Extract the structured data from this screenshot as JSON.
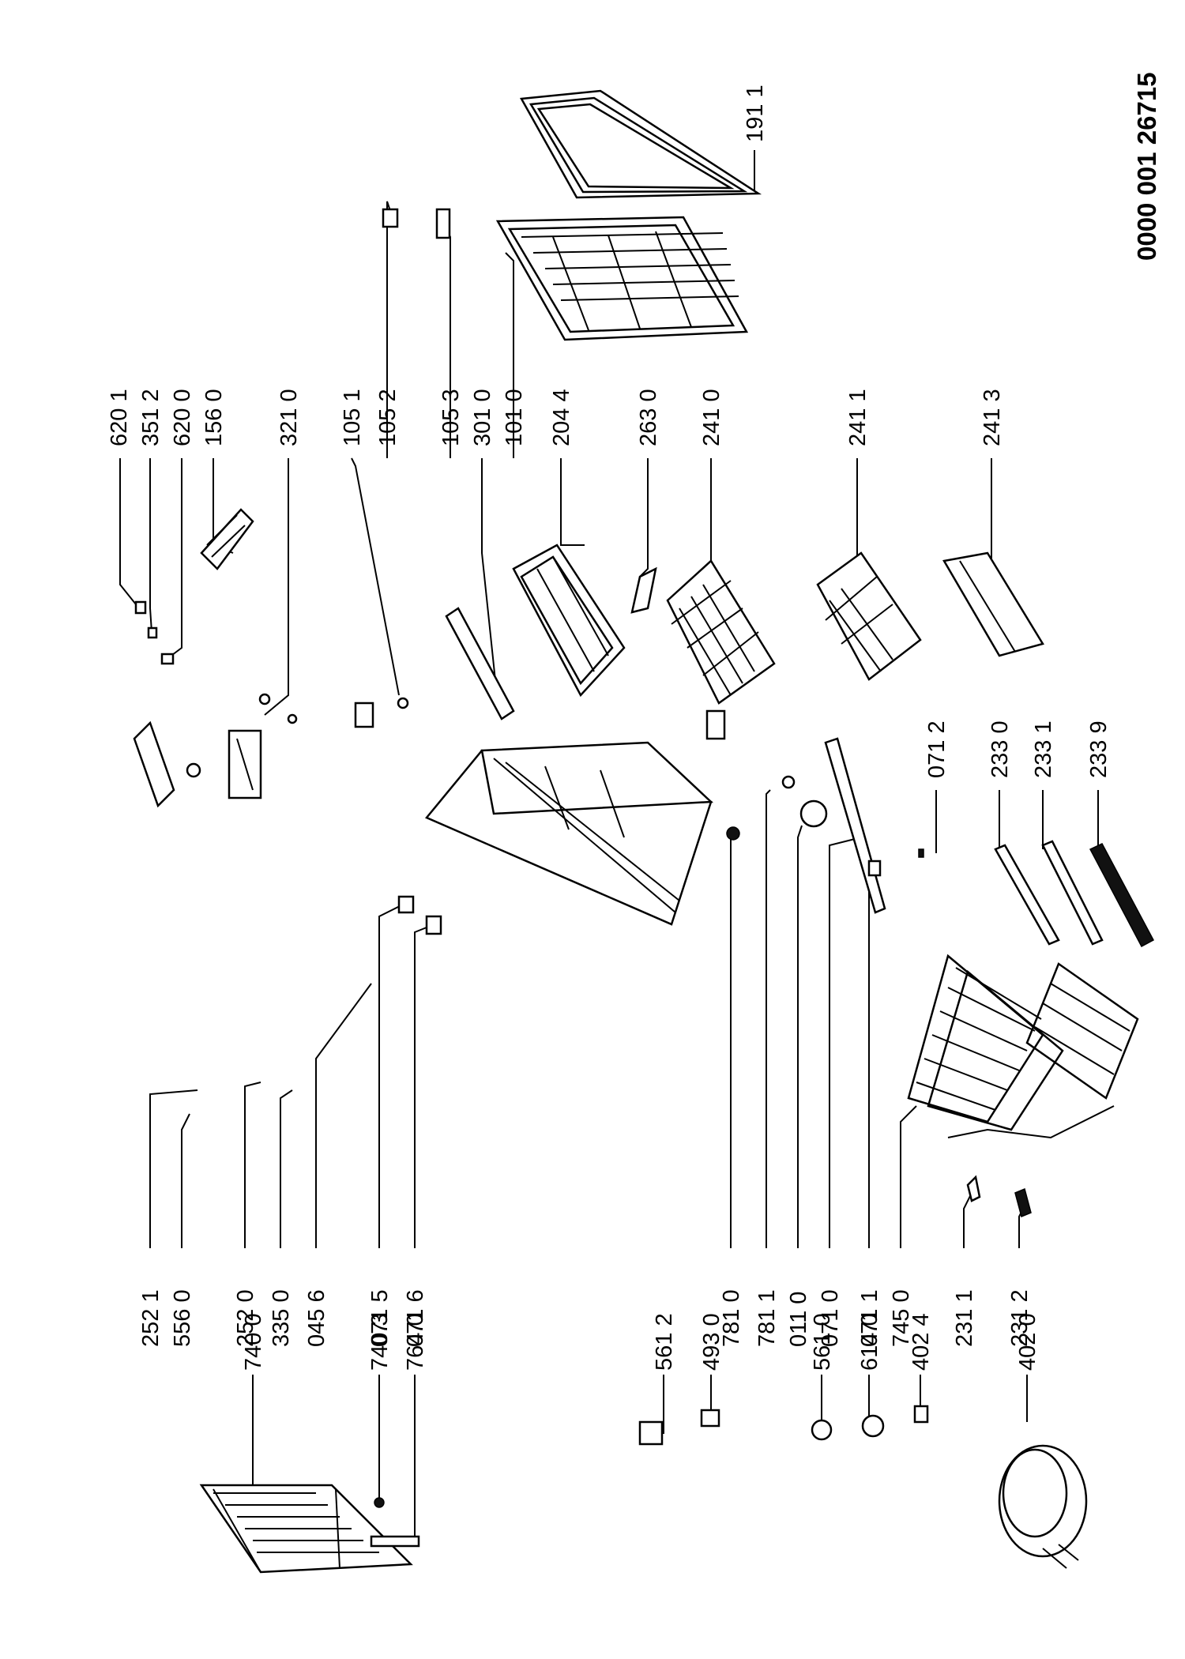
{
  "document": {
    "drawing_number": "0000 001 26715"
  },
  "callouts": [
    "620 1",
    "351 2",
    "620 0",
    "156 0",
    "321 0",
    "105 1",
    "105 2",
    "105 3",
    "301 0",
    "101 0",
    "204 4",
    "191 1",
    "263 0",
    "241 0",
    "241 1",
    "241 3",
    "252 1",
    "556 0",
    "252 0",
    "335 0",
    "045 6",
    "071 5",
    "071 6",
    "781 0",
    "781 1",
    "011 0",
    "071 0",
    "071 1",
    "745 0",
    "231 1",
    "231 2",
    "071 2",
    "233 0",
    "233 1",
    "233 9",
    "740 0",
    "740 3",
    "764 0",
    "561 2",
    "493 0",
    "561 0",
    "614 0",
    "402 4",
    "402 0"
  ]
}
